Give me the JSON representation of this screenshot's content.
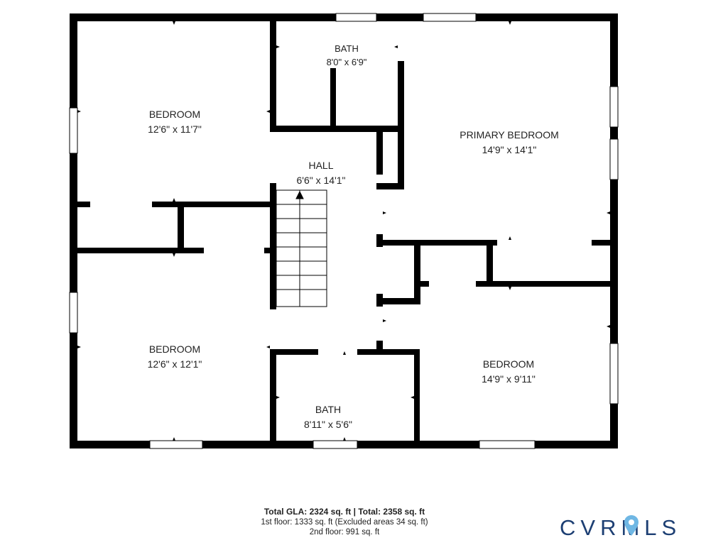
{
  "rooms": [
    {
      "id": "bedroom-nw",
      "name": "BEDROOM",
      "dims": "12'6\" x 11'7\""
    },
    {
      "id": "bath-top",
      "name": "BATH",
      "dims": "8'0\" x 6'9\""
    },
    {
      "id": "primary-bedroom",
      "name": "PRIMARY BEDROOM",
      "dims": "14'9\" x 14'1\""
    },
    {
      "id": "hall",
      "name": "HALL",
      "dims": "6'6\" x 14'1\""
    },
    {
      "id": "bedroom-sw",
      "name": "BEDROOM",
      "dims": "12'6\" x 12'1\""
    },
    {
      "id": "bath-bottom",
      "name": "BATH",
      "dims": "8'11\" x 5'6\""
    },
    {
      "id": "bedroom-se",
      "name": "BEDROOM",
      "dims": "14'9\" x 9'11\""
    }
  ],
  "summary": {
    "total": "Total GLA: 2324 sq. ft | Total: 2358 sq. ft",
    "floor1": "1st floor: 1333 sq. ft (Excluded areas 34 sq. ft)",
    "floor2": "2nd floor: 991 sq. ft"
  },
  "logo": {
    "text": "CVRMLS",
    "brand_color": "#1d3f73",
    "pin_color": "#6fb7e4"
  },
  "colors": {
    "wall": "#000000",
    "window": "#ffffff"
  }
}
